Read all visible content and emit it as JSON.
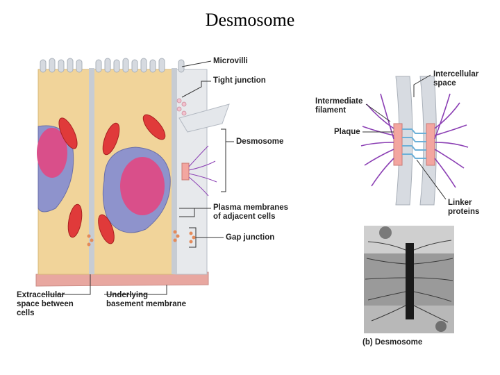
{
  "title": "Desmosome",
  "labels": {
    "microvilli": "Microvilli",
    "tight_junction": "Tight junction",
    "desmosome": "Desmosome",
    "plasma_membranes_1": "Plasma membranes",
    "plasma_membranes_2": "of adjacent cells",
    "gap_junction": "Gap junction",
    "extracellular_1": "Extracellular",
    "extracellular_2": "space between",
    "extracellular_3": "cells",
    "basement_1": "Underlying",
    "basement_2": "basement membrane",
    "intercellular_1": "Intercellular",
    "intercellular_2": "space",
    "intermediate_1": "Intermediate",
    "intermediate_2": "filament",
    "plaque": "Plaque",
    "linker_1": "Linker",
    "linker_2": "proteins",
    "micrograph_caption": "(b) Desmosome"
  },
  "colors": {
    "cytoplasm": "#f1d49a",
    "nucleus": "#8e93cc",
    "nucleolus": "#d94f8a",
    "mitochondria": "#e03a3a",
    "membrane": "#c7ccd3",
    "filament": "#8b3fb4",
    "plaque": "#f3a6a0",
    "linker": "#6cb0d8"
  }
}
